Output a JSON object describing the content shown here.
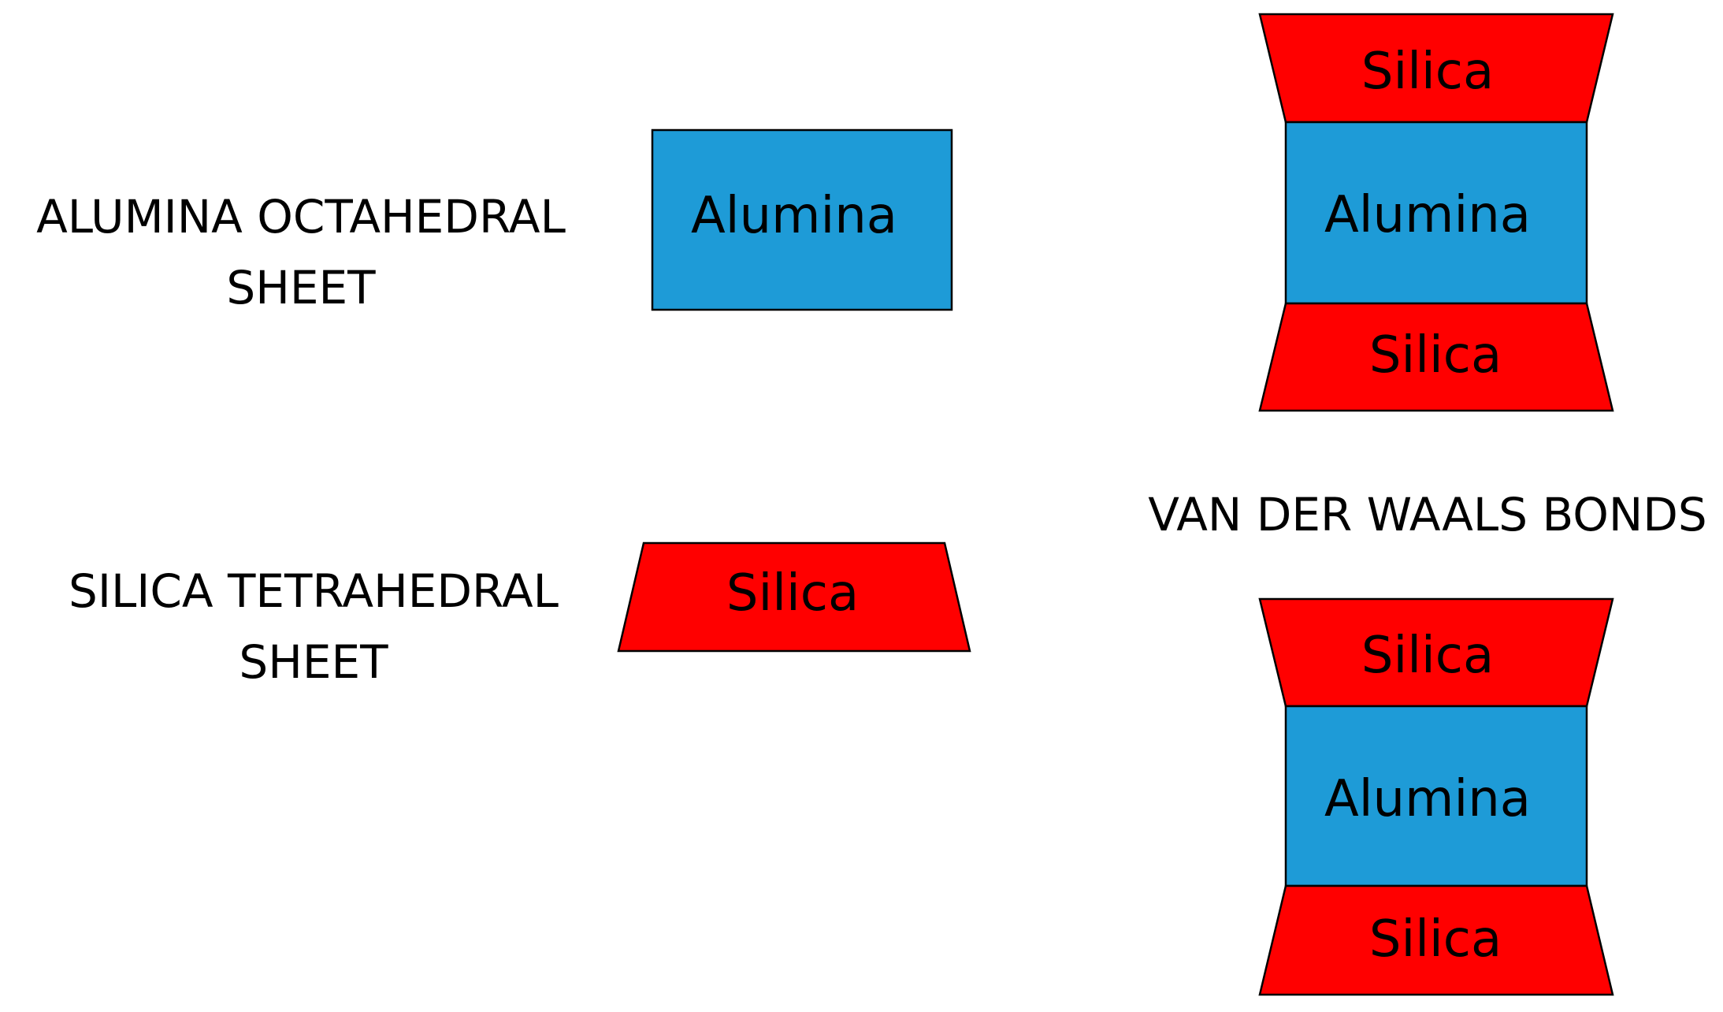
{
  "labels": {
    "alumina_sheet": {
      "line1": "ALUMINA OCTAHEDRAL",
      "line2": "SHEET"
    },
    "silica_sheet": {
      "line1": "SILICA TETRAHEDRAL",
      "line2": "SHEET"
    },
    "van_der_waals": "VAN DER WAALS BONDS"
  },
  "legend_shapes": {
    "alumina": "Alumina",
    "silica": "Silica"
  },
  "stacks": [
    {
      "top": "Silica",
      "middle": "Alumina",
      "bottom": "Silica"
    },
    {
      "top": "Silica",
      "middle": "Alumina",
      "bottom": "Silica"
    }
  ],
  "colors": {
    "alumina_fill": "#1e9bd7",
    "silica_fill": "#ff0000",
    "outline": "#000000",
    "text": "#000000"
  }
}
